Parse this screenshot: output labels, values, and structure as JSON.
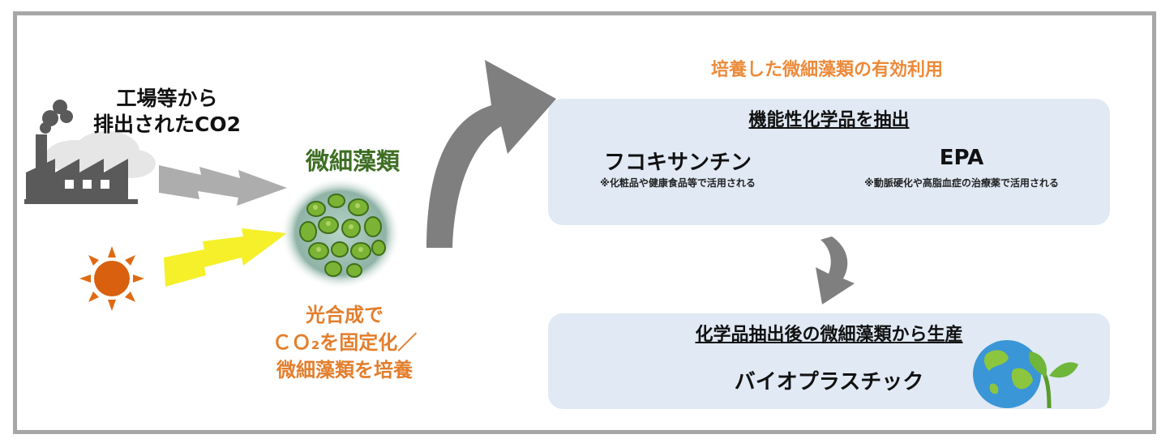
{
  "factory": {
    "label_line1": "工場等から",
    "label_line2": "排出されたCO2"
  },
  "algae": {
    "title": "微細藻類",
    "caption_line1": "光合成で",
    "caption_line2": "ＣＯ₂を固定化／",
    "caption_line3": "微細藻類を培養"
  },
  "usage": {
    "title": "培養した微細藻類の有効利用"
  },
  "extraction_box": {
    "heading": "機能性化学品を抽出",
    "products": [
      {
        "name": "フコキサンチン",
        "note": "※化粧品や健康食品等で活用される"
      },
      {
        "name": "EPA",
        "note": "※動脈硬化や高脂血症の治療薬で活用される"
      }
    ]
  },
  "production_box": {
    "heading": "化学品抽出後の微細藻類から生産",
    "product": "バイオプラスチック"
  },
  "colors": {
    "frame": "#a7a7a7",
    "box_fill": "#e0e9f4",
    "accent_orange": "#ec8a3a",
    "algae_green": "#3e6e23",
    "arrow_gray": "#7f7f7f",
    "sun_orange": "#e06a12",
    "light_yellow": "#f5f02a"
  },
  "icons": [
    "factory-icon",
    "smoke-cloud-icon",
    "sun-icon",
    "algae-image",
    "earth-sprout-icon"
  ]
}
